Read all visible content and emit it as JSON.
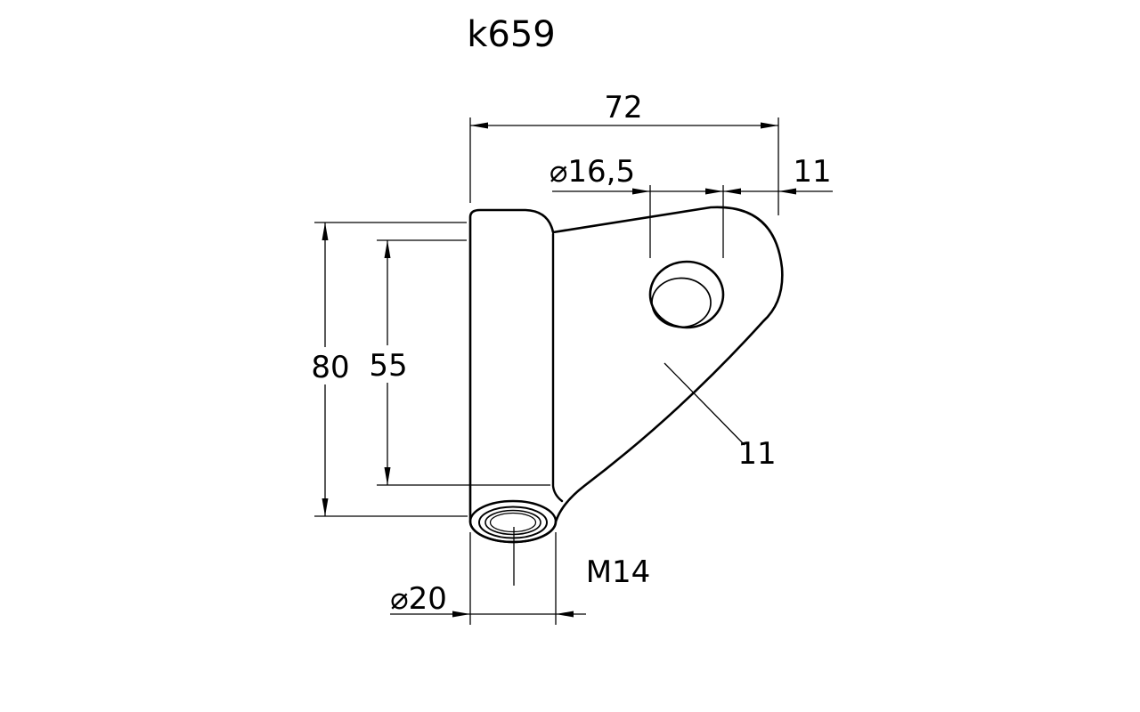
{
  "page": {
    "background": "#ffffff",
    "line_color": "#000000"
  },
  "drawing": {
    "title": "k659",
    "dimensions": {
      "overall_width": "72",
      "hole_diameter": "⌀16,5",
      "hole_edge_distance": "11",
      "overall_height": "80",
      "upper_height": "55",
      "plate_thickness": "11",
      "thread_size": "M14",
      "boss_diameter": "⌀20"
    }
  }
}
